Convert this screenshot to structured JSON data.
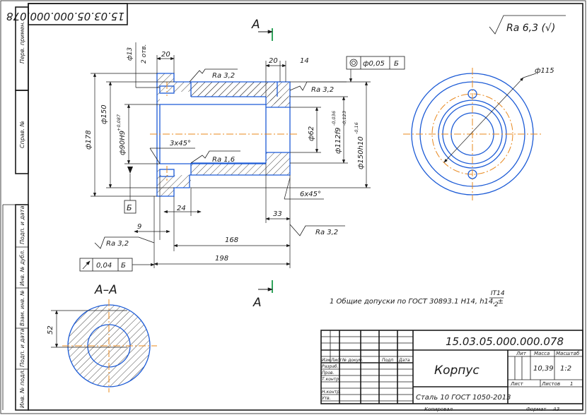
{
  "drawing": {
    "designation": "15.03.05.000.000.078",
    "designation_rotated": "15.03.05.000.000.078",
    "part_name": "Корпус",
    "material": "Сталь 10 ГОСТ 1050-2013",
    "roughness_general": "Ra 6,3 (√)",
    "note": "1 Общие допуски по ГОСТ 30893.1 H14, h14, ±",
    "note_fraction_top": "IT14",
    "note_fraction_bottom": "2",
    "section_label": "А–А",
    "section_marker": "А",
    "datum": "Б"
  },
  "dimensions": {
    "d13": "ф13",
    "two_holes": "2 отв.",
    "w20_left": "20",
    "w20_right": "20",
    "w14": "14",
    "d150": "ф150",
    "d90": "ф90H9",
    "d90_tol": "+0,087",
    "d178": "ф178",
    "chamfer_3": "3х45°",
    "d62": "ф62",
    "d112": "ф112f9",
    "d112_tol_top": "-0,036",
    "d112_tol_bot": "-0,123",
    "d150h10": "ф150h10",
    "d150h10_tol": "-0,16",
    "chamfer_6": "6х45°",
    "l24": "24",
    "l33": "33",
    "l9": "9",
    "l168": "168",
    "l198": "198",
    "d115": "ф115",
    "s52": "52",
    "ra32_a": "Ra 3,2",
    "ra32_b": "Ra 3,2",
    "ra32_c": "Ra 3,2",
    "ra32_d": "Ra 3,2",
    "ra16": "Ra 1,6",
    "tol_coax": "ф0,05",
    "tol_coax_datum": "Б",
    "tol_runout": "0,04",
    "tol_runout_datum": "Б"
  },
  "title_block": {
    "mass_label": "Масса",
    "scale_label": "Масштаб",
    "lit_label": "Лит",
    "mass": "10,39",
    "scale": "1:2",
    "sheet_label": "Лист",
    "sheets_label": "Листов",
    "sheets": "1",
    "rows": [
      "Изм",
      "Лист",
      "№ докум.",
      "Подп",
      "Дата"
    ],
    "roles": [
      "Разраб.",
      "Пров.",
      "Т.контр.",
      "",
      "Н.контр.",
      "Утв."
    ],
    "copied": "Копировал",
    "format_label": "Формат",
    "format": "А3"
  },
  "side_stamps": [
    "Перв. примен.",
    "Справ. №",
    "Подп. и дата",
    "Инв. № дубл.",
    "Взам. инв. №",
    "Подп. и дата",
    "Инв. № подл."
  ]
}
